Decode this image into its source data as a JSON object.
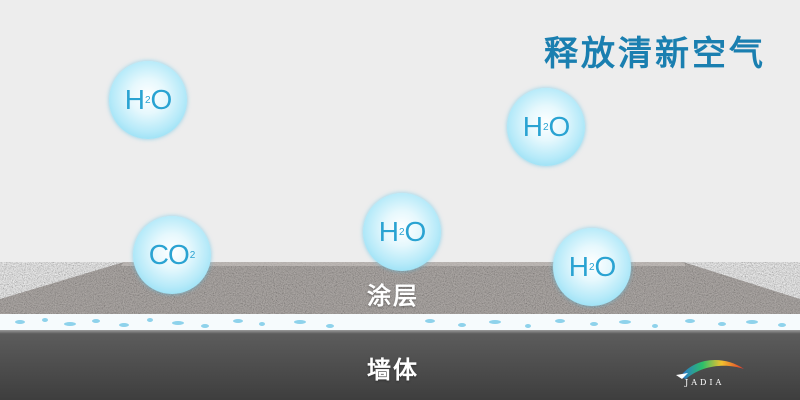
{
  "title": "释放清新空气",
  "layers": {
    "coating": "涂层",
    "wall": "墙体"
  },
  "molecules": [
    {
      "main": "H",
      "sub": "2",
      "tail": "O"
    },
    {
      "main": "H",
      "sub": "2",
      "tail": "O"
    },
    {
      "main": "CO",
      "sub": "2",
      "tail": ""
    },
    {
      "main": "H",
      "sub": "2",
      "tail": "O"
    },
    {
      "main": "H",
      "sub": "2",
      "tail": "O"
    }
  ],
  "logo": {
    "text": "JADIA"
  },
  "colors": {
    "title": "#1a7fb0",
    "bubble_text": "#2aa3d2",
    "wall": "#4d4d4d",
    "coating": "#b1aca9",
    "background": "#ededed"
  }
}
